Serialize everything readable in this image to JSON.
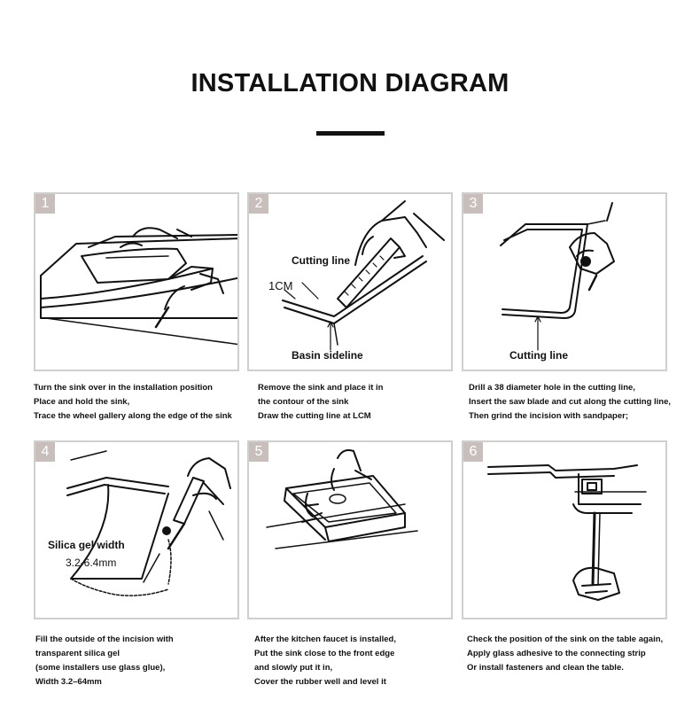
{
  "title": "INSTALLATION DIAGRAM",
  "steps": [
    {
      "number": "1",
      "labels": [],
      "caption": [
        "Turn the sink over in the installation position",
        "Place and hold the sink,",
        "Trace the wheel gallery along the edge of the sink"
      ]
    },
    {
      "number": "2",
      "labels": [
        "Cutting line",
        "1CM",
        "Basin sideline"
      ],
      "caption": [
        "Remove the sink and place it in",
        "the contour of the sink",
        "Draw the cutting line at LCM"
      ]
    },
    {
      "number": "3",
      "labels": [
        "Cutting line"
      ],
      "caption": [
        "Drill a 38 diameter hole in the cutting line,",
        "Insert the saw blade and cut along the cutting line,",
        "Then grind the incision with sandpaper;"
      ]
    },
    {
      "number": "4",
      "labels": [
        "Silica gel width",
        "3.2-6.4mm"
      ],
      "caption": [
        "Fill the outside of the incision with",
        "transparent silica gel",
        "(some installers use glass glue),",
        "Width 3.2–64mm"
      ]
    },
    {
      "number": "5",
      "labels": [],
      "caption": [
        "After the kitchen faucet is installed,",
        "Put the sink close to the front edge",
        "and slowly put it in,",
        "Cover the rubber well and level it"
      ]
    },
    {
      "number": "6",
      "labels": [],
      "caption": [
        "Check the position of the sink on the table again,",
        "Apply glass adhesive to the connecting strip",
        "Or install fasteners and clean the table."
      ]
    }
  ],
  "colors": {
    "badge": "#c8bfbc",
    "border": "#cfcfcf",
    "ink": "#111111"
  }
}
